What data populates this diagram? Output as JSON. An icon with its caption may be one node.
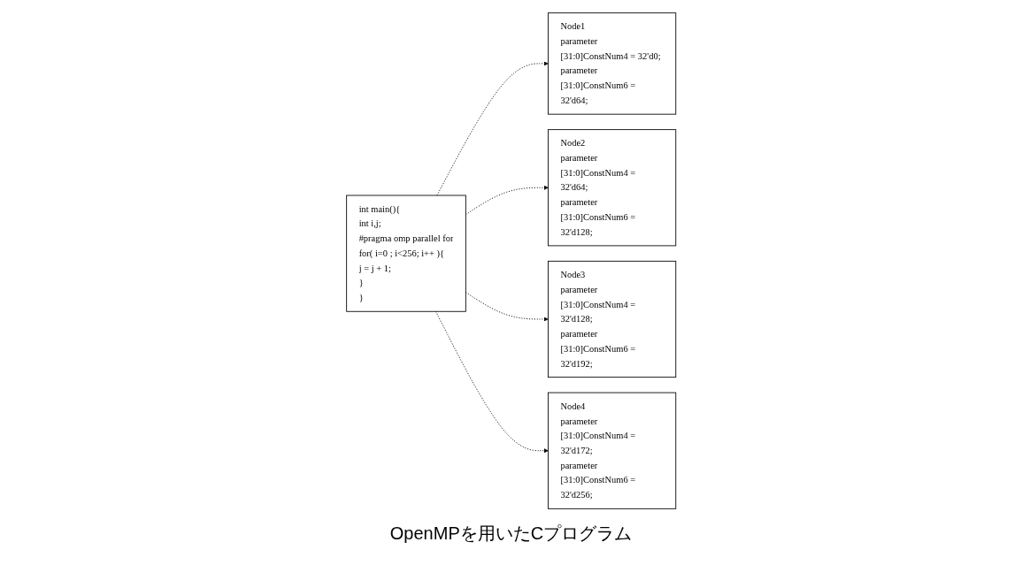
{
  "diagram": {
    "caption": "OpenMPを用いたCプログラム",
    "nodes": [
      {
        "text": [
          "int main(){",
          "int i,j;",
          "#pragma omp parallel for",
          "for( i=0 ; i<256; i++ ){",
          "j = j + 1;",
          "}",
          "}"
        ]
      },
      {
        "text": [
          "Node1",
          "parameter [31:0]ConstNum4 = 32'd0;",
          "parameter [31:0]ConstNum6 = 32'd64;"
        ]
      },
      {
        "text": [
          "Node2",
          "parameter [31:0]ConstNum4 = 32'd64;",
          "parameter [31:0]ConstNum6 = 32'd128;"
        ]
      },
      {
        "text": [
          "Node3",
          "parameter [31:0]ConstNum4 = 32'd128;",
          "parameter [31:0]ConstNum6 = 32'd192;"
        ]
      },
      {
        "text": [
          "Node4",
          "parameter [31:0]ConstNum4 = 32'd172;",
          "parameter [31:0]ConstNum6 = 32'd256;"
        ]
      }
    ],
    "edges": [
      {
        "from": 0,
        "to": 1,
        "arrow": "to",
        "style": "dashed"
      },
      {
        "from": 0,
        "to": 2,
        "arrow": "to",
        "style": "dashed"
      },
      {
        "from": 0,
        "to": 3,
        "arrow": "to",
        "style": "dashed"
      },
      {
        "from": 0,
        "to": 4,
        "arrow": "to",
        "style": "dashed"
      }
    ]
  }
}
